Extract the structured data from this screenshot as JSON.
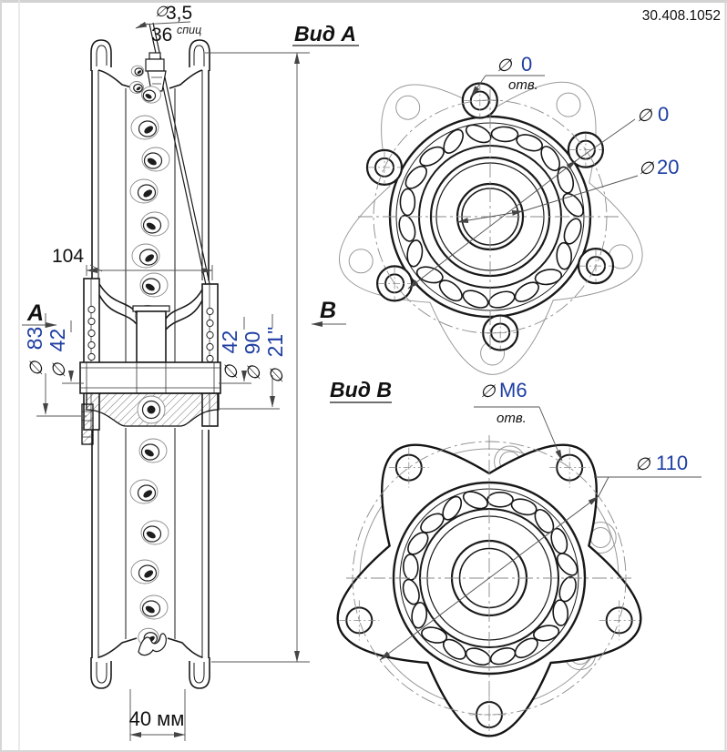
{
  "doc": {
    "number": "30.408.1052"
  },
  "side_view": {
    "spoke_diameter": {
      "symbol": "∅",
      "value": "3,5"
    },
    "spoke_count": {
      "value": "36",
      "unit": "спиц"
    },
    "hub_width": {
      "value": "104"
    },
    "flange_left_dia": {
      "symbol": "∅",
      "value": "83"
    },
    "hub_left_dia": {
      "symbol": "∅",
      "value": "42"
    },
    "hub_right_dia": {
      "symbol": "∅",
      "value": "42"
    },
    "brake_flange_dia": {
      "symbol": "∅",
      "value": "90"
    },
    "rim_dia": {
      "symbol": "∅",
      "value": "21\""
    },
    "rim_width": {
      "value": "40 мм"
    },
    "section_a_label": "A",
    "section_b_label": "B"
  },
  "view_a": {
    "title": "Вид A",
    "dim_hole": {
      "symbol": "∅",
      "value": "0",
      "note": "отв."
    },
    "dim_outer": {
      "symbol": "∅",
      "value": "0"
    },
    "dim_bore": {
      "symbol": "∅",
      "value": "20"
    }
  },
  "view_b": {
    "title": "Вид B",
    "dim_thread": {
      "symbol": "∅",
      "value": "M6",
      "note": "отв."
    },
    "dim_bolt_circle": {
      "symbol": "∅",
      "value": "110"
    }
  },
  "colors": {
    "dim_value_blue": "#1e3ea2",
    "ink": "#1a1a1a",
    "thin_gray": "#999999"
  }
}
